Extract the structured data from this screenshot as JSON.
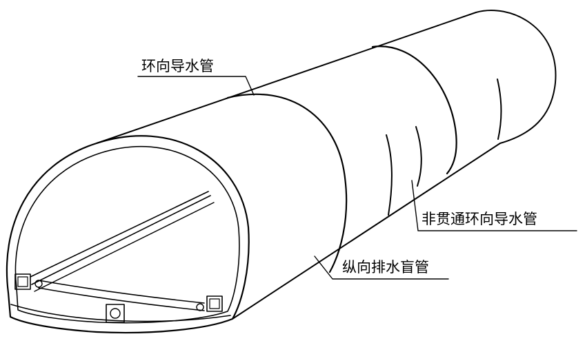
{
  "labels": {
    "ring_drain_pipe": "环向导水管",
    "non_continuous_ring_drain_pipe": "非贯通环向导水管",
    "longitudinal_drain_blind_pipe": "纵向排水盲管"
  },
  "colors": {
    "line": "#000000",
    "background": "#ffffff"
  }
}
